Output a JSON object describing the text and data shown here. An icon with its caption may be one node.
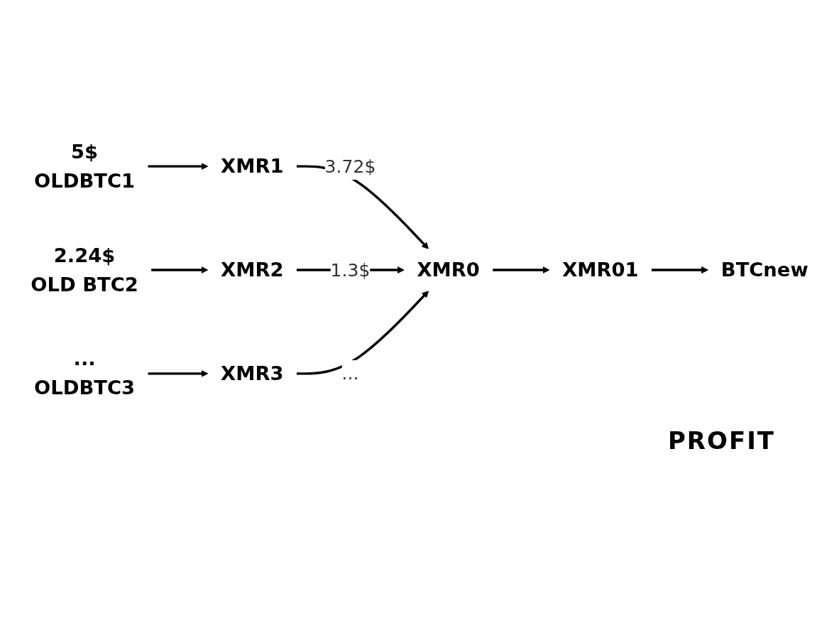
{
  "diagram": {
    "nodes": [
      {
        "text": [
          "5$",
          "OLDBTC1"
        ]
      },
      {
        "text": [
          "XMR1"
        ]
      },
      {
        "text": [
          "XMR0"
        ]
      },
      {
        "text": [
          "XMR01"
        ]
      },
      {
        "text": [
          "BTCnew"
        ]
      },
      {
        "text": [
          "2.24$",
          "OLD BTC2"
        ]
      },
      {
        "text": [
          "XMR2"
        ]
      },
      {
        "text": [
          "...",
          "OLDBTC3"
        ]
      },
      {
        "text": [
          "XMR3"
        ]
      }
    ],
    "edges": [
      {
        "from": 0,
        "to": 1,
        "arrow": "to"
      },
      {
        "from": 1,
        "to": 2,
        "arrow": "to",
        "label": "3.72$"
      },
      {
        "from": 2,
        "to": 3,
        "arrow": "to"
      },
      {
        "from": 3,
        "to": 4,
        "arrow": "to"
      },
      {
        "from": 5,
        "to": 6,
        "arrow": "to"
      },
      {
        "from": 6,
        "to": 2,
        "arrow": "to",
        "label": "1.3$"
      },
      {
        "from": 7,
        "to": 8,
        "arrow": "to"
      },
      {
        "from": 8,
        "to": 2,
        "arrow": "to",
        "label": "..."
      }
    ],
    "labels": [
      "PROFIT"
    ]
  }
}
